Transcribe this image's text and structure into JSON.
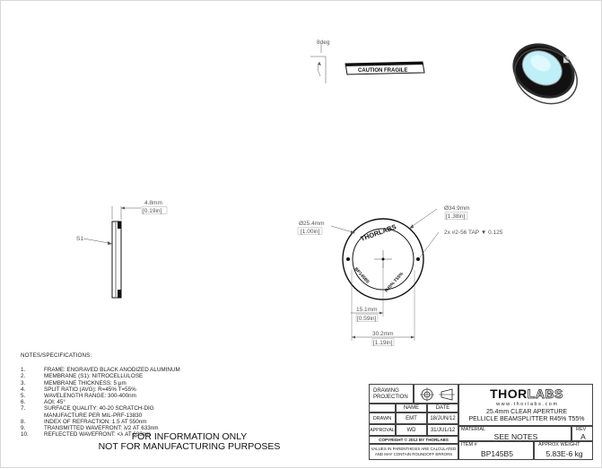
{
  "drawing": {
    "angle_label": "8deg",
    "caution_label": "CAUTION FRAGILE",
    "side_view": {
      "thickness_mm": "4.8mm",
      "thickness_in": "[0.19in]",
      "surface_label": "S1"
    },
    "front_view": {
      "clear_aperture_mm": "Ø25.4mm",
      "clear_aperture_in": "[1.00in]",
      "outer_dia_mm": "Ø34.9mm",
      "outer_dia_in": "[1.38in]",
      "tap_note": "2x #2-56 TAP ▼ 0.125",
      "height_mm": "15.1mm",
      "height_in": "[0.59in]",
      "width_mm": "30.2mm",
      "width_in": "[1.19in]",
      "ring_brand": "THORLABS",
      "ring_part": "BP145B5",
      "ring_ratio": "R45% T55%"
    }
  },
  "notes": {
    "header": "NOTES/SPECIFICATIONS:",
    "items": [
      {
        "num": "1.",
        "text": "FRAME: ENGRAVED BLACK ANODIZED ALUMINUM"
      },
      {
        "num": "2.",
        "text": "MEMBRANE (S1): NITROCELLULOSE"
      },
      {
        "num": "3.",
        "text": "MEMBRANE THICKNESS: 5 µm"
      },
      {
        "num": "4.",
        "text": "SPLIT RATIO (AVG): R=45% T=55%"
      },
      {
        "num": "5.",
        "text": "WAVELENGTH RANGE: 300-400nm"
      },
      {
        "num": "6.",
        "text": "AOI: 45°"
      },
      {
        "num": "7.",
        "text": "SURFACE QUALITY: 40-20 SCRATCH-DIG",
        "cont": "MANUFACTURE PER MIL-PRF-13830"
      },
      {
        "num": "8.",
        "text": "INDEX OF REFRACTION: 1.5 AT 550nm"
      },
      {
        "num": "9.",
        "text": "TRANSMITTED WAVEFRONT: λ/2 AT 633nm"
      },
      {
        "num": "10.",
        "text": "REFLECTED WAVEFRONT: <λ AT 633nm"
      }
    ]
  },
  "info": {
    "line1": "FOR INFORMATION ONLY",
    "line2": "NOT FOR MANUFACTURING PURPOSES"
  },
  "title_block": {
    "drawing_projection": "DRAWING PROJECTION",
    "name_hdr": "NAME",
    "date_hdr": "DATE",
    "drawn_label": "DRAWN",
    "drawn_name": "EMT",
    "drawn_date": "18/JUN/12",
    "approval_label": "APPROVAL",
    "approval_name": "WD",
    "approval_date": "31/JUL/12",
    "copyright": "COPYRIGHT © 2012 BY THORLABS",
    "disclaimer_1": "VALUES IN PARENTHESIS ARE CALCULATED",
    "disclaimer_2": "AND MAY CONTAIN ROUNDOFF ERRORS",
    "logo_thor": "THOR",
    "logo_labs": "LABS",
    "website": "w w w . t h o r l a b s . c o m",
    "description_1": "25.4mm CLEAR APERTURE",
    "description_2": "PELLICLE BEAMSPLITTER R45% T55%",
    "material_label": "MATERIAL",
    "material_value": "SEE NOTES",
    "rev_label": "REV",
    "rev_value": "A",
    "item_label": "ITEM #",
    "item_value": "BP145B5",
    "weight_label": "APPROX WEIGHT",
    "weight_value": "5.83E-6 kg"
  },
  "colors": {
    "ink": "#222222",
    "dimension_gray": "#555555",
    "glass_cyan": "#bfeff8",
    "frame_black": "#111111"
  }
}
